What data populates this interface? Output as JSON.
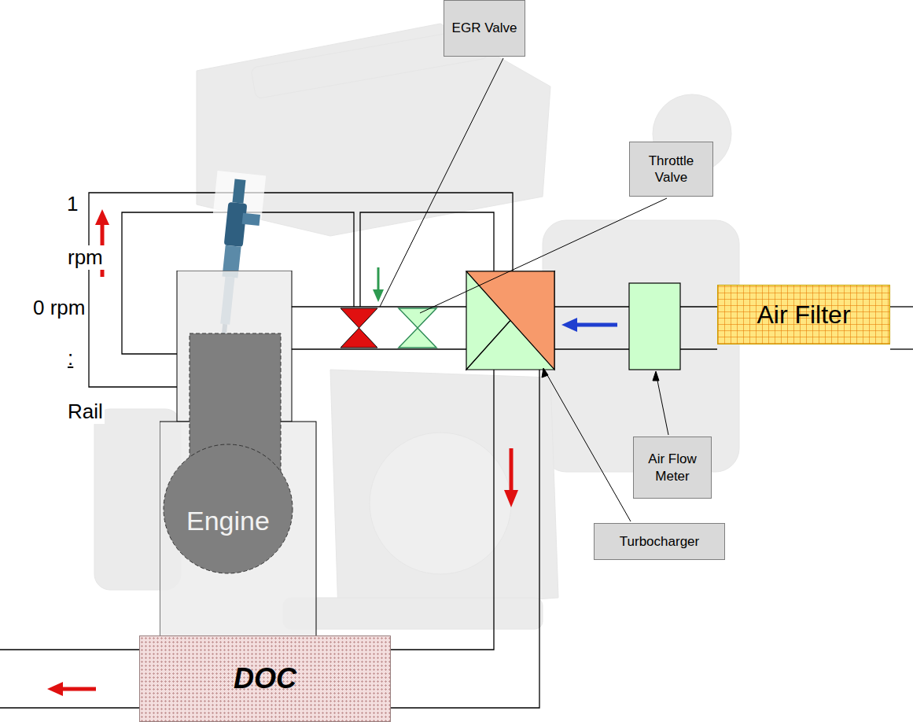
{
  "diagram": {
    "nodes": [
      {
        "text": [
          "EGR Valve"
        ]
      },
      {
        "text": [
          "Throttle Valve"
        ]
      },
      {
        "text": [
          "Air Filter"
        ]
      },
      {
        "text": [
          "Air Flow Meter"
        ]
      },
      {
        "text": [
          "Engine"
        ]
      },
      {
        "text": [
          "Turbocharger"
        ]
      },
      {
        "text": [
          "DOC"
        ]
      }
    ],
    "labels": [
      "1",
      "rpm",
      "0 rpm",
      ":",
      "Rail"
    ]
  }
}
